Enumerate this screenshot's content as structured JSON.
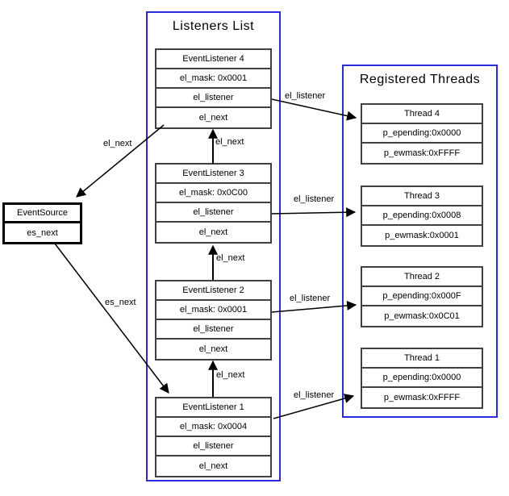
{
  "colors": {
    "group_border": "#2a2ae0",
    "node_border": "#404040",
    "source_border": "#000000",
    "line": "#000000",
    "background": "#ffffff"
  },
  "listeners": {
    "title": "Listeners List",
    "nodes": [
      {
        "title": "EventListener 4",
        "fields": [
          "el_mask: 0x0001",
          "el_listener",
          "el_next"
        ]
      },
      {
        "title": "EventListener 3",
        "fields": [
          "el_mask: 0x0C00",
          "el_listener",
          "el_next"
        ]
      },
      {
        "title": "EventListener 2",
        "fields": [
          "el_mask: 0x0001",
          "el_listener",
          "el_next"
        ]
      },
      {
        "title": "EventListener 1",
        "fields": [
          "el_mask: 0x0004",
          "el_listener",
          "el_next"
        ]
      }
    ]
  },
  "threads": {
    "title": "Registered Threads",
    "nodes": [
      {
        "title": "Thread 4",
        "fields": [
          "p_epending:0x0000",
          "p_ewmask:0xFFFF"
        ]
      },
      {
        "title": "Thread 3",
        "fields": [
          "p_epending:0x0008",
          "p_ewmask:0x0001"
        ]
      },
      {
        "title": "Thread 2",
        "fields": [
          "p_epending:0x000F",
          "p_ewmask:0x0C01"
        ]
      },
      {
        "title": "Thread 1",
        "fields": [
          "p_epending:0x0000",
          "p_ewmask:0xFFFF"
        ]
      }
    ]
  },
  "source": {
    "title": "EventSource",
    "fields": [
      "es_next"
    ]
  },
  "edge_labels": [
    {
      "text": "el_next"
    },
    {
      "text": "el_next"
    },
    {
      "text": "el_listener"
    },
    {
      "text": "el_next"
    },
    {
      "text": "el_listener"
    },
    {
      "text": "el_next"
    },
    {
      "text": "el_listener"
    },
    {
      "text": "es_next"
    },
    {
      "text": "el_listener"
    }
  ]
}
